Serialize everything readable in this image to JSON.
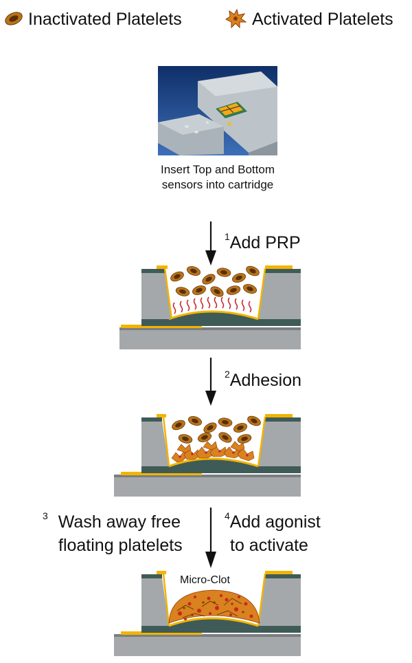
{
  "legend": {
    "inactivated_label": "Inactivated Platelets",
    "activated_label": "Activated Platelets"
  },
  "cartridge": {
    "caption_line1": "Insert Top and Bottom",
    "caption_line2": "sensors into cartridge"
  },
  "steps": [
    {
      "number": "1",
      "label": "Add PRP"
    },
    {
      "number": "2",
      "label": "Adhesion"
    },
    {
      "number": "3",
      "label_line1": "Wash away free",
      "label_line2": "floating platelets"
    },
    {
      "number": "4",
      "label_line1": "Add agonist",
      "label_line2": "to activate"
    }
  ],
  "final_panel": {
    "label": "Micro-Clot"
  },
  "colors": {
    "platelet_fill": "#b8741c",
    "platelet_center": "#5a2f08",
    "activated_fill": "#d9821f",
    "activated_dark": "#8a3a0a",
    "gold": "#f2b400",
    "dark_teal": "#3f5b58",
    "gray": "#a5a8aa",
    "linker": "#c2262e",
    "clot_red": "#c8261e",
    "cartridge_blue": "#123a78",
    "cartridge_gray": "#b8c0c6"
  }
}
